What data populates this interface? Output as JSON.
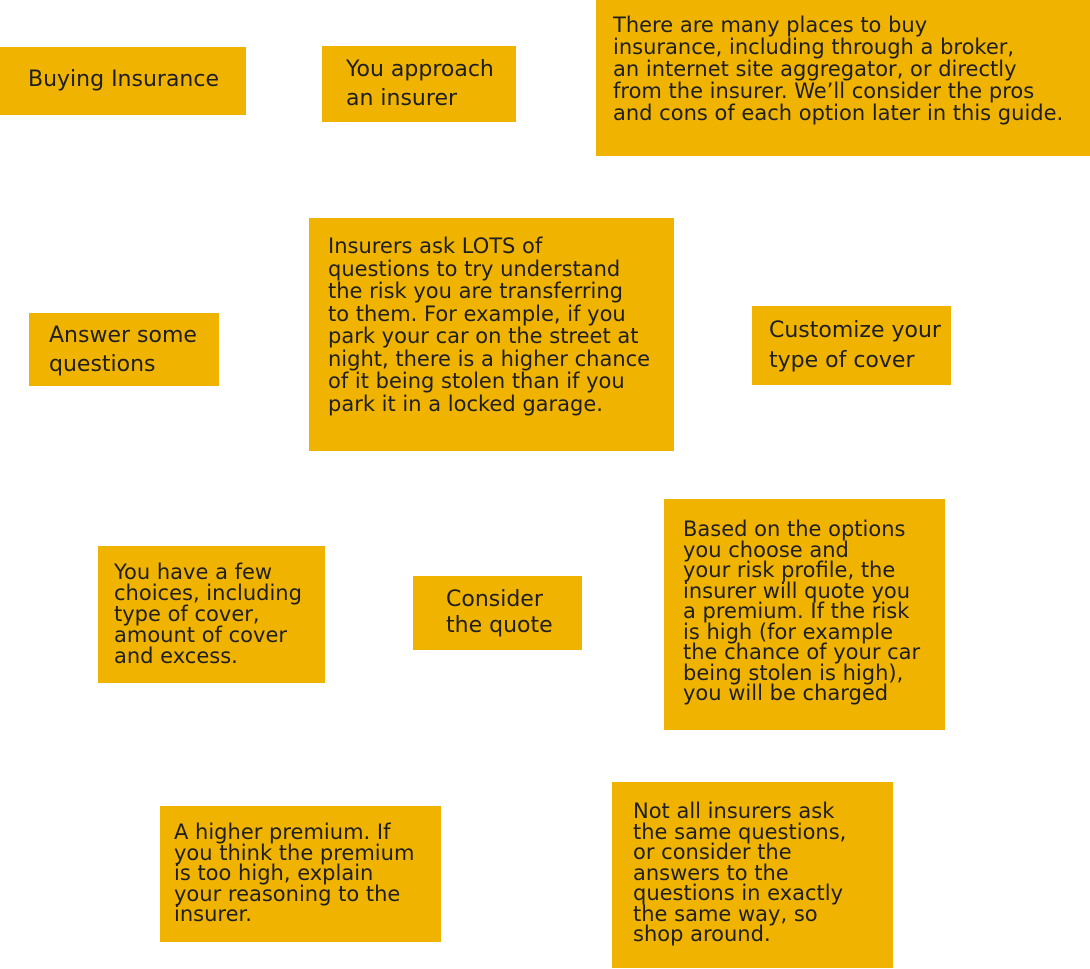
{
  "colors": {
    "card_fill": "#f0b400",
    "text": "#1e1e1e",
    "background": "#ffffff"
  },
  "cards": [
    {
      "id": "buying-insurance",
      "text": "Buying Insurance"
    },
    {
      "id": "approach-insurer",
      "text": "You approach\nan insurer"
    },
    {
      "id": "places-to-buy",
      "text": "There are many places to buy\ninsurance, including through a broker,\nan internet site aggregator, or directly\nfrom the insurer. We’ll consider the pros\nand cons of each option later in this guide."
    },
    {
      "id": "insurers-ask-questions",
      "text": "Insurers ask LOTS of\nquestions to try understand\nthe risk you are transferring\nto them. For example, if you\npark your car on the street at\nnight, there is a higher chance\nof it being stolen than if you\npark it in a locked garage."
    },
    {
      "id": "answer-questions",
      "text": "Answer some\nquestions"
    },
    {
      "id": "customize-cover",
      "text": "Customize your\ntype of cover"
    },
    {
      "id": "few-choices",
      "text": "You have a few\nchoices, including\ntype of cover,\namount of cover\nand excess."
    },
    {
      "id": "consider-quote",
      "text": "Consider\nthe quote"
    },
    {
      "id": "based-on-options",
      "text": "Based on the options\nyou choose and\nyour risk profile, the\ninsurer will quote you\na premium. If the risk\nis high (for example\nthe chance of your car\nbeing stolen is high),\nyou will be charged"
    },
    {
      "id": "higher-premium",
      "text": "A higher premium. If\nyou think the premium\nis too high, explain\nyour reasoning to the\ninsurer."
    },
    {
      "id": "shop-around",
      "text": "Not all insurers ask\nthe same questions,\nor consider the\nanswers to the\nquestions in exactly\nthe same way, so\nshop around."
    }
  ]
}
